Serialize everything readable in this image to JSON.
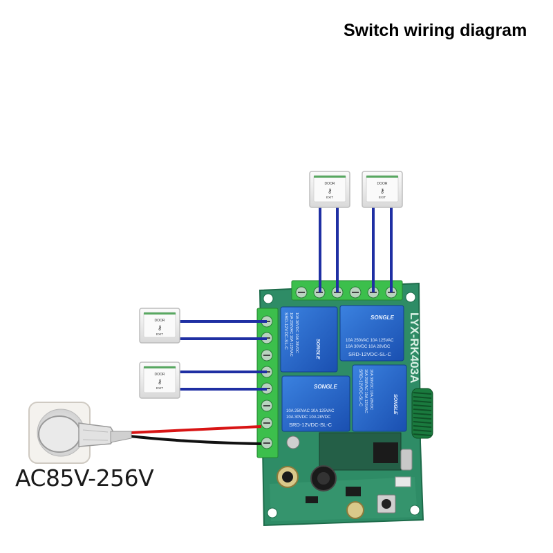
{
  "title": "Switch wiring diagram",
  "power_label": "AC85V-256V",
  "board_marking": "LYX-RK403A",
  "relays": [
    {
      "brand": "SONGLE",
      "rating1": "10A 250VAC 10A 125VAC",
      "rating2": "10A 30VDC 10A 28VDC",
      "model": "SRD-12VDC-SL-C"
    },
    {
      "brand": "SONGLE",
      "rating1": "10A 250VAC 10A 125VAC",
      "rating2": "10A 30VDC 10A 28VDC",
      "model": "SRD-12VDC-SL-C"
    },
    {
      "brand": "SONGLE",
      "rating1": "10A 250VAC 10A 125VAC",
      "rating2": "10A 30VDC 10A 28VDC",
      "model": "SRD-12VDC-SL-C"
    },
    {
      "brand": "SONGLE",
      "rating1": "10A 250VAC 10A 125VAC",
      "rating2": "10A 30VDC 10A 28VDC",
      "model": "SRD-12VDC-SL-C"
    }
  ],
  "switches": [
    {
      "top": "DOOR",
      "bottom": "EXIT"
    },
    {
      "top": "DOOR",
      "bottom": "EXIT"
    },
    {
      "top": "DOOR",
      "bottom": "EXIT"
    },
    {
      "top": "DOOR",
      "bottom": "EXIT"
    }
  ],
  "colors": {
    "signal_wire": "#1f2fa3",
    "live_wire": "#d81414",
    "neutral_wire": "#111111",
    "pcb": "#2f8a63",
    "terminal": "#3cbf4c",
    "relay": "#1e5fc8"
  }
}
